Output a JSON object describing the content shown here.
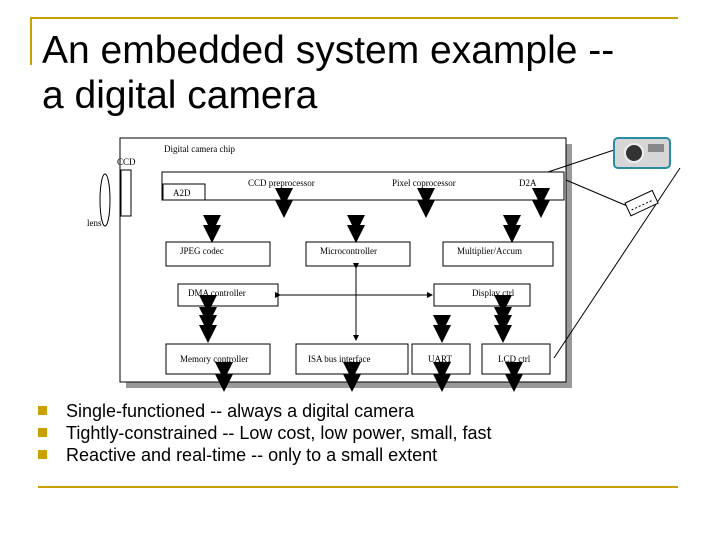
{
  "slide": {
    "title_line1": "An embedded system example --",
    "title_line2": "a digital camera",
    "accent_color": "#c8a000",
    "bullets": [
      "Single-functioned -- always a digital camera",
      "Tightly-constrained -- Low cost, low power, small, fast",
      "Reactive and real-time -- only to a small extent"
    ]
  },
  "diagram": {
    "chip_label": "Digital camera chip",
    "ccd_label": "CCD",
    "lens_label": "lens",
    "blocks": {
      "a2d": "A2D",
      "ccd_preprocessor": "CCD preprocessor",
      "pixel_coprocessor": "Pixel coprocessor",
      "d2a": "D2A",
      "jpeg_codec": "JPEG codec",
      "microcontroller": "Microcontroller",
      "multiplier_accum": "Multiplier/Accum",
      "dma_controller": "DMA controller",
      "display_ctrl": "Display ctrl",
      "memory_controller": "Memory controller",
      "isa_bus_interface": "ISA bus interface",
      "uart": "UART",
      "lcd_ctrl": "LCD ctrl"
    },
    "icons": [
      "camera-icon",
      "memory-card-icon"
    ]
  }
}
